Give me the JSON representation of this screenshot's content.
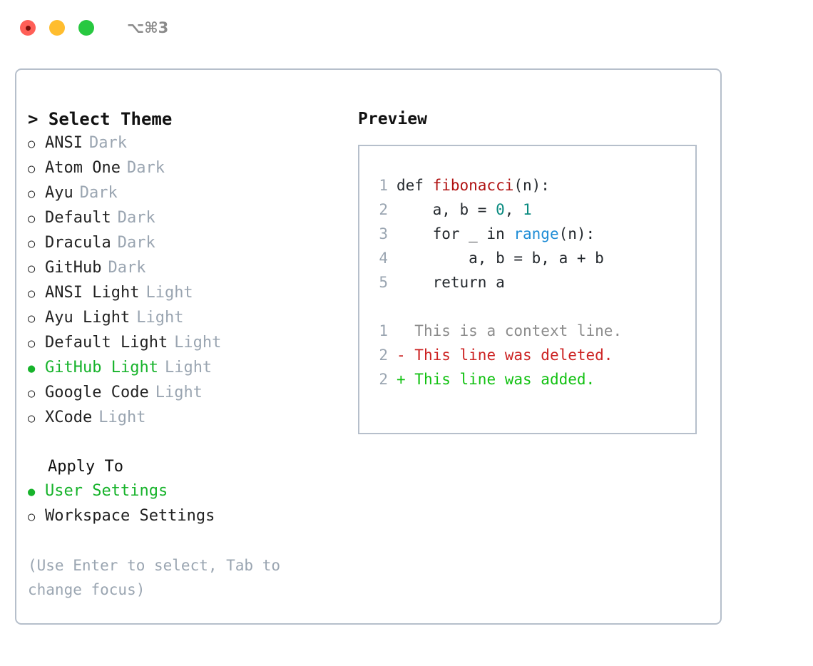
{
  "titlebar": {
    "shortcut": "⌥⌘3",
    "buttons": {
      "close": "close",
      "minimize": "minimize",
      "maximize": "maximize"
    }
  },
  "theme_picker": {
    "heading": "> Select Theme",
    "items": [
      {
        "marker": "○",
        "name": "ANSI",
        "variant": "Dark",
        "selected": false
      },
      {
        "marker": "○",
        "name": "Atom One",
        "variant": "Dark",
        "selected": false
      },
      {
        "marker": "○",
        "name": "Ayu",
        "variant": "Dark",
        "selected": false
      },
      {
        "marker": "○",
        "name": "Default",
        "variant": "Dark",
        "selected": false
      },
      {
        "marker": "○",
        "name": "Dracula",
        "variant": "Dark",
        "selected": false
      },
      {
        "marker": "○",
        "name": "GitHub",
        "variant": "Dark",
        "selected": false
      },
      {
        "marker": "○",
        "name": "ANSI Light",
        "variant": "Light",
        "selected": false
      },
      {
        "marker": "○",
        "name": "Ayu Light",
        "variant": "Light",
        "selected": false
      },
      {
        "marker": "○",
        "name": "Default Light",
        "variant": "Light",
        "selected": false
      },
      {
        "marker": "●",
        "name": "GitHub Light",
        "variant": "Light",
        "selected": true
      },
      {
        "marker": "○",
        "name": "Google Code",
        "variant": "Light",
        "selected": false
      },
      {
        "marker": "○",
        "name": "XCode",
        "variant": "Light",
        "selected": false
      }
    ]
  },
  "apply_to": {
    "heading": "Apply To",
    "items": [
      {
        "marker": "●",
        "name": "User Settings",
        "selected": true
      },
      {
        "marker": "○",
        "name": "Workspace Settings",
        "selected": false
      }
    ]
  },
  "hint": "(Use Enter to select, Tab to change focus)",
  "preview": {
    "heading": "Preview",
    "code_lines": [
      {
        "no": "1",
        "segments": [
          {
            "text": "def ",
            "style": "plain"
          },
          {
            "text": "fibonacci",
            "style": "func"
          },
          {
            "text": "(n):",
            "style": "plain"
          }
        ]
      },
      {
        "no": "2",
        "segments": [
          {
            "text": "    a, b = ",
            "style": "plain"
          },
          {
            "text": "0",
            "style": "num"
          },
          {
            "text": ", ",
            "style": "plain"
          },
          {
            "text": "1",
            "style": "num"
          }
        ]
      },
      {
        "no": "3",
        "segments": [
          {
            "text": "    for _ in ",
            "style": "plain"
          },
          {
            "text": "range",
            "style": "call"
          },
          {
            "text": "(n):",
            "style": "plain"
          }
        ]
      },
      {
        "no": "4",
        "segments": [
          {
            "text": "        a, b = b, a + b",
            "style": "plain"
          }
        ]
      },
      {
        "no": "5",
        "segments": [
          {
            "text": "    return a",
            "style": "plain"
          }
        ]
      }
    ],
    "diff_lines": [
      {
        "no": "1",
        "marker": "  ",
        "text": "This is a context line.",
        "kind": "context"
      },
      {
        "no": "2",
        "marker": "- ",
        "text": "This line was deleted.",
        "kind": "del"
      },
      {
        "no": "2",
        "marker": "+ ",
        "text": "This line was added.",
        "kind": "add"
      }
    ]
  },
  "colors": {
    "accent_green": "#17b32b",
    "muted": "#9aa5b1",
    "border": "#b6bfcb",
    "syntax_function": "#b01212",
    "syntax_number": "#0a8b80",
    "syntax_call": "#1f8dd6",
    "diff_deleted": "#cc2222",
    "diff_added": "#11c111",
    "diff_context": "#8c8c8c",
    "light_red": "#FF5F57",
    "light_yellow": "#FFBD2E",
    "light_green": "#28C840"
  }
}
